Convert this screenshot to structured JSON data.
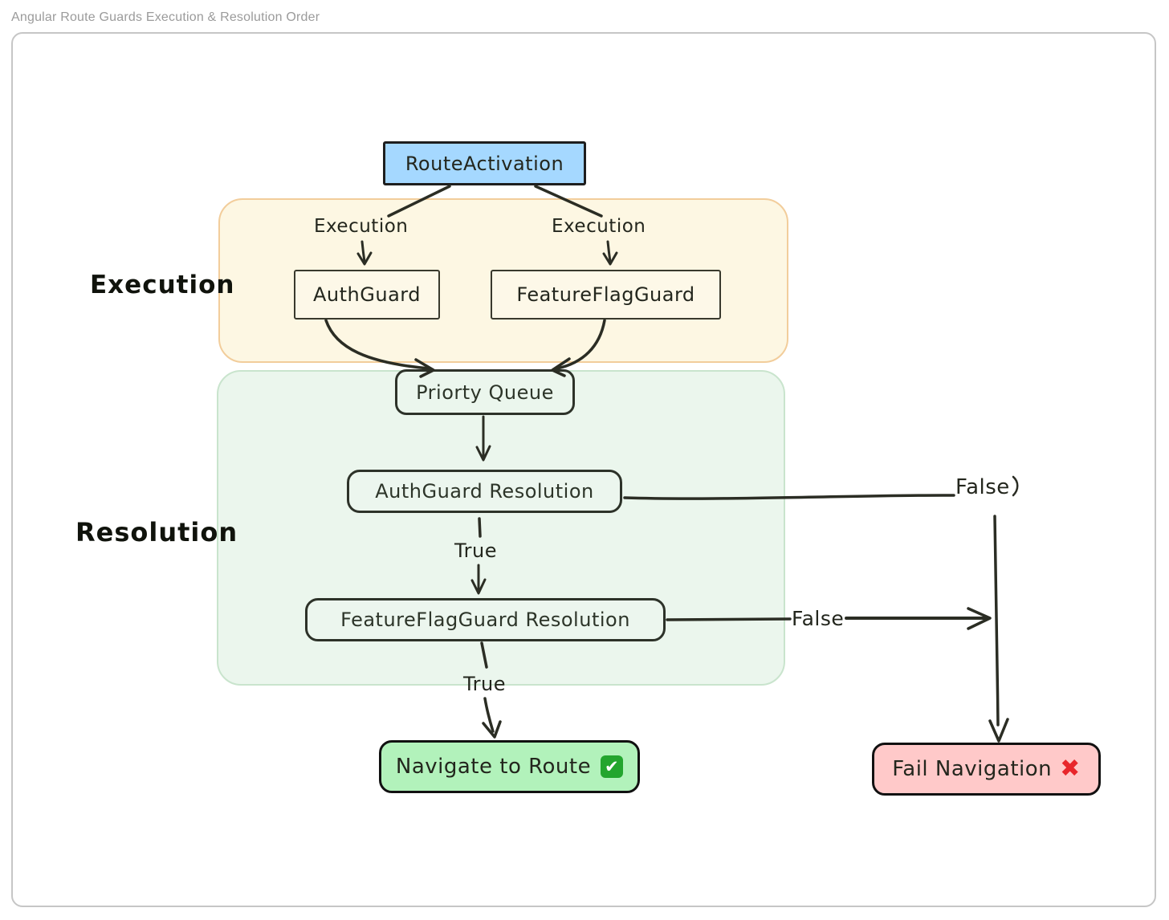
{
  "page": {
    "title": "Angular Route Guards Execution & Resolution Order"
  },
  "diagram": {
    "sections": {
      "execution": {
        "label": "Execution"
      },
      "resolution": {
        "label": "Resolution"
      }
    },
    "nodes": {
      "route_activation": {
        "label": "RouteActivation"
      },
      "auth_guard": {
        "label": "AuthGuard"
      },
      "feature_flag_guard": {
        "label": "FeatureFlagGuard"
      },
      "priority_queue": {
        "label": "Priorty Queue"
      },
      "auth_guard_resolution": {
        "label": "AuthGuard Resolution"
      },
      "feature_flag_guard_resolution": {
        "label": "FeatureFlagGuard Resolution"
      },
      "navigate_to_route": {
        "label": "Navigate to Route",
        "icon": "check-icon"
      },
      "fail_navigation": {
        "label": "Fail Navigation",
        "icon": "cross-icon"
      }
    },
    "edge_labels": {
      "execution_left": "Execution",
      "execution_right": "Execution",
      "auth_guard_true": "True",
      "auth_guard_false": "False",
      "feature_flag_guard_true": "True",
      "feature_flag_guard_false": "False"
    },
    "colors": {
      "route_activation_fill": "#a5d8ff",
      "execution_region_fill": "#fdf7e3",
      "execution_region_border": "#f2cd9b",
      "resolution_region_fill": "#ebf6ed",
      "resolution_region_border": "#c9e4cd",
      "guard_box_fill": "#fdf8e8",
      "success_fill": "#b2f2bb",
      "fail_fill": "#ffc9c9",
      "stroke": "#2b2d24",
      "check_green": "#23a52e",
      "cross_red": "#e8262b",
      "title_gray": "#9b9b9b",
      "canvas_border": "#c6c6c6"
    }
  }
}
